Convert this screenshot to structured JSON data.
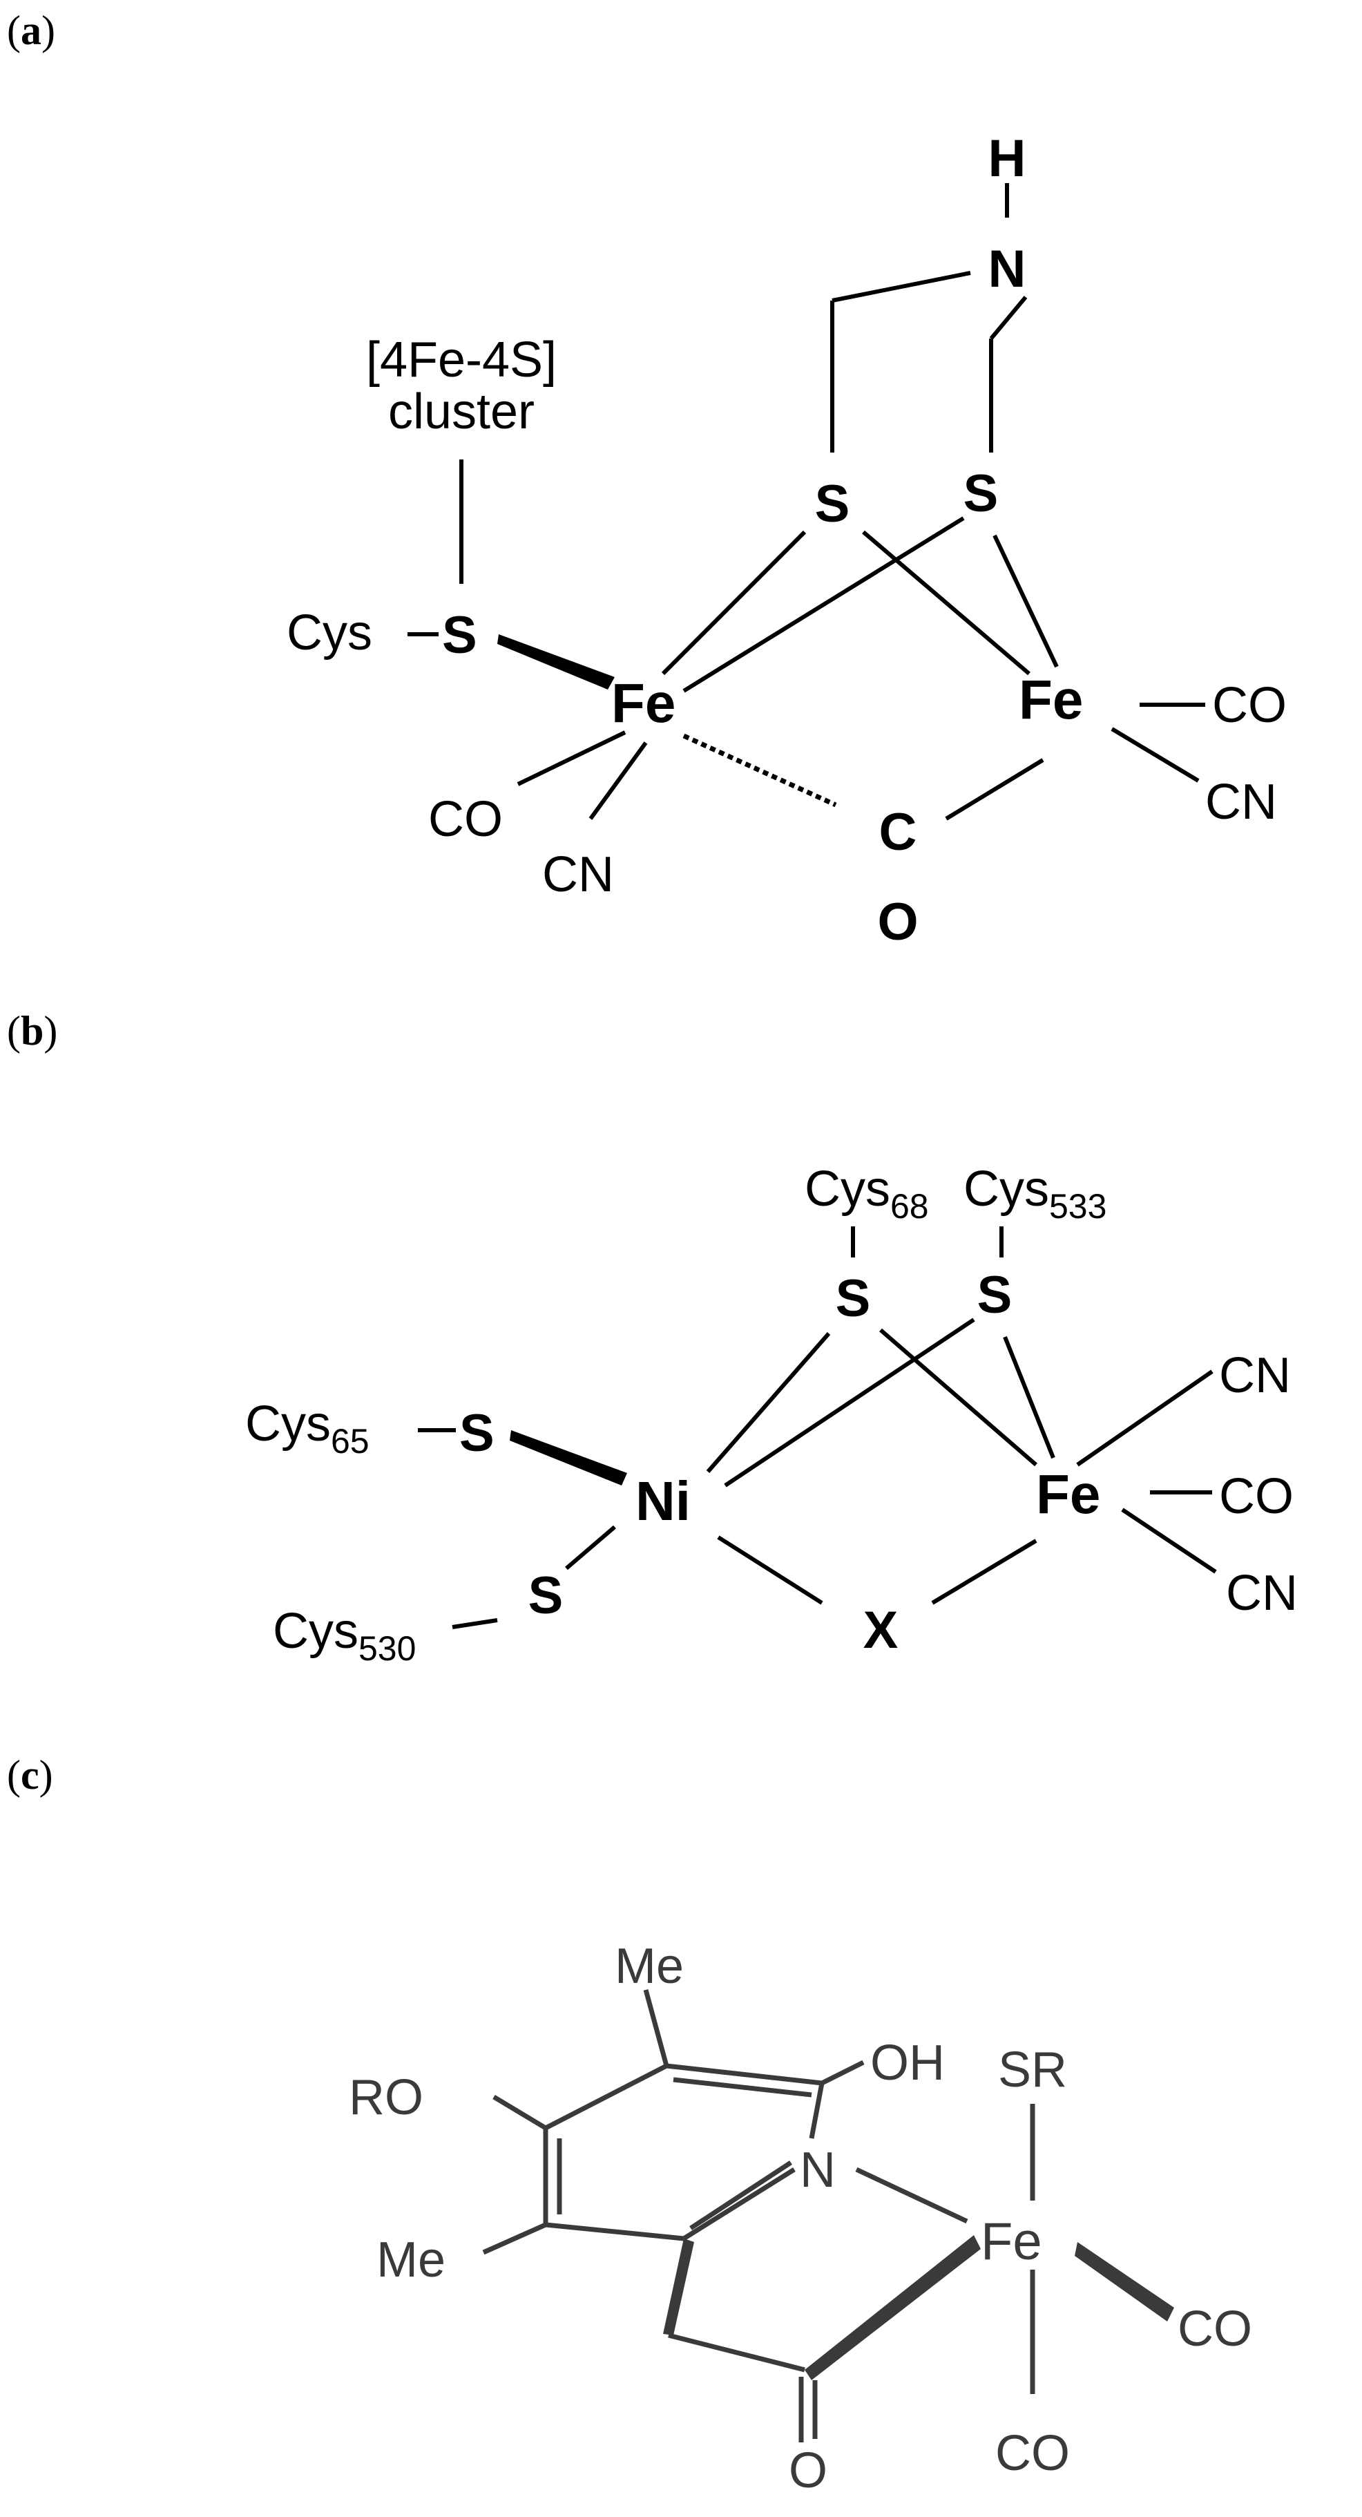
{
  "panels": [
    {
      "label_open": "(",
      "label_letter": "a",
      "label_close": ")"
    },
    {
      "label_open": "(",
      "label_letter": "b",
      "label_close": ")"
    },
    {
      "label_open": "(",
      "label_letter": "c",
      "label_close": ")"
    }
  ],
  "a": {
    "H": "H",
    "N": "N",
    "S1": "S",
    "S2": "S",
    "cluster_line1": "[4Fe-4S]",
    "cluster_line2": "cluster",
    "Cys": "Cys",
    "S_cys": "S",
    "Fe1": "Fe",
    "Fe2": "Fe",
    "CO_left": "CO",
    "CN_left": "CN",
    "C": "C",
    "O": "O",
    "CO_right": "CO",
    "CN_right": "CN"
  },
  "b": {
    "Cys68": "Cys",
    "Cys68_sub": "68",
    "Cys533": "Cys",
    "Cys533_sub": "533",
    "S1": "S",
    "S2": "S",
    "Cys65": "Cys",
    "Cys65_sub": "65",
    "S65": "S",
    "Ni": "Ni",
    "Fe": "Fe",
    "CN_top": "CN",
    "CO": "CO",
    "CN_bottom": "CN",
    "S530": "S",
    "Cys530": "Cys",
    "Cys530_sub": "530",
    "X": "X"
  },
  "c": {
    "Me_top": "Me",
    "OH": "OH",
    "SR": "SR",
    "RO": "RO",
    "N": "N",
    "Me_bottom": "Me",
    "Fe": "Fe",
    "CO_right": "CO",
    "O": "O",
    "CO_bottom": "CO"
  }
}
